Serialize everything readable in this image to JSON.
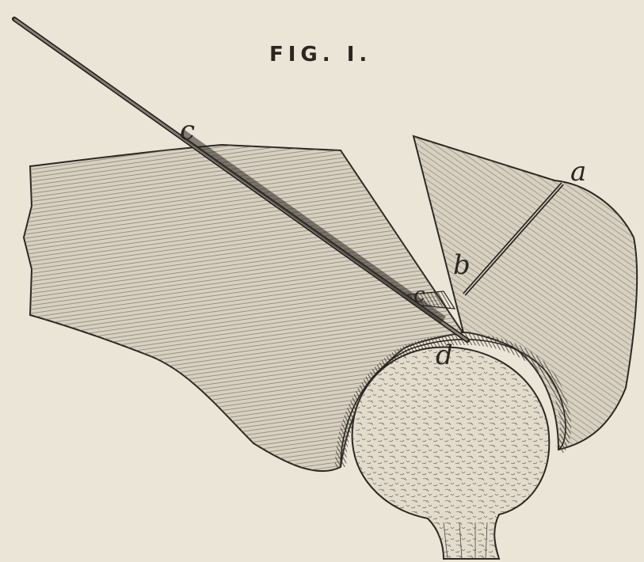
{
  "figure": {
    "title": "FIG. I.",
    "labels": {
      "c_top": "c",
      "a_right": "a",
      "b": "b",
      "c_small": "c",
      "d": "d"
    }
  },
  "colors": {
    "paper": "#ebe5d7",
    "ink": "#2a2622",
    "tissue": "#d8d1c2",
    "bone": "#e3dccd"
  }
}
